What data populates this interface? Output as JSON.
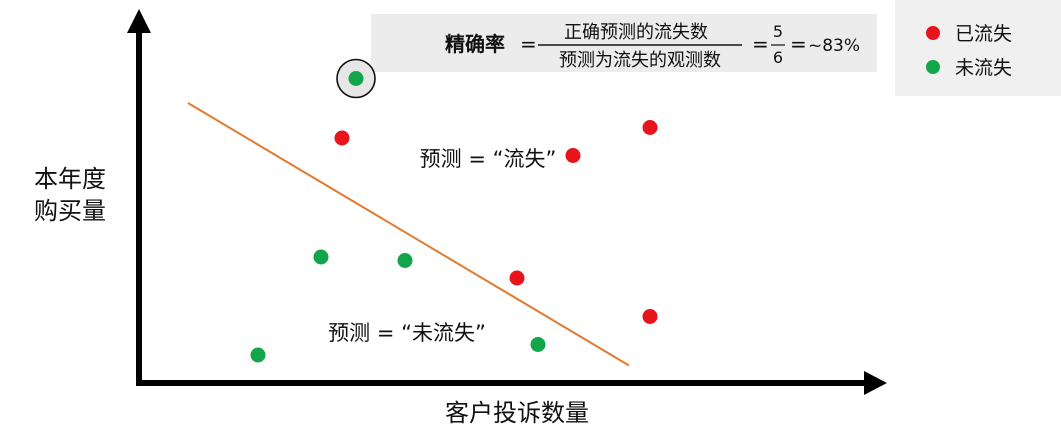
{
  "formula": {
    "lhs": "精确率",
    "eq": "=",
    "numerator": "正确预测的流失数",
    "denominator": "预测为流失的观测数",
    "eq2": "=",
    "frac_num": "5",
    "frac_den": "6",
    "eq3": "=",
    "result": "~83%"
  },
  "legend": {
    "items": [
      {
        "label": "已流失",
        "color": "#e8141b"
      },
      {
        "label": "未流失",
        "color": "#13a54a"
      }
    ]
  },
  "axes": {
    "ylabel_line1": "本年度",
    "ylabel_line2": "购买量",
    "xlabel": "客户投诉数量"
  },
  "regions": {
    "churn": "预测 = “流失”",
    "not_churn": "预测 = “未流失”"
  },
  "colors": {
    "churned": "#e8141b",
    "not_churned": "#13a54a",
    "boundary": "#e07b2f",
    "axis": "#000000",
    "formula_bg": "#ececec",
    "legend_bg": "#f0f0f0"
  },
  "chart_data": {
    "type": "scatter",
    "xlim": [
      0,
      10
    ],
    "ylim": [
      0,
      10
    ],
    "grid": false,
    "legend_position": "top-right",
    "points": [
      {
        "x": 3.1,
        "y": 8.7,
        "class": "not_churned",
        "highlighted": true
      },
      {
        "x": 2.9,
        "y": 7.0,
        "class": "churned"
      },
      {
        "x": 6.2,
        "y": 6.5,
        "class": "churned"
      },
      {
        "x": 7.3,
        "y": 7.3,
        "class": "churned"
      },
      {
        "x": 2.6,
        "y": 3.6,
        "class": "not_churned"
      },
      {
        "x": 3.8,
        "y": 3.5,
        "class": "not_churned"
      },
      {
        "x": 5.4,
        "y": 3.0,
        "class": "churned"
      },
      {
        "x": 7.3,
        "y": 1.9,
        "class": "churned"
      },
      {
        "x": 1.7,
        "y": 0.8,
        "class": "not_churned"
      },
      {
        "x": 5.7,
        "y": 1.1,
        "class": "not_churned"
      }
    ],
    "boundary_line": [
      {
        "x": 0.7,
        "y": 8.0
      },
      {
        "x": 7.0,
        "y": 0.5
      }
    ]
  }
}
